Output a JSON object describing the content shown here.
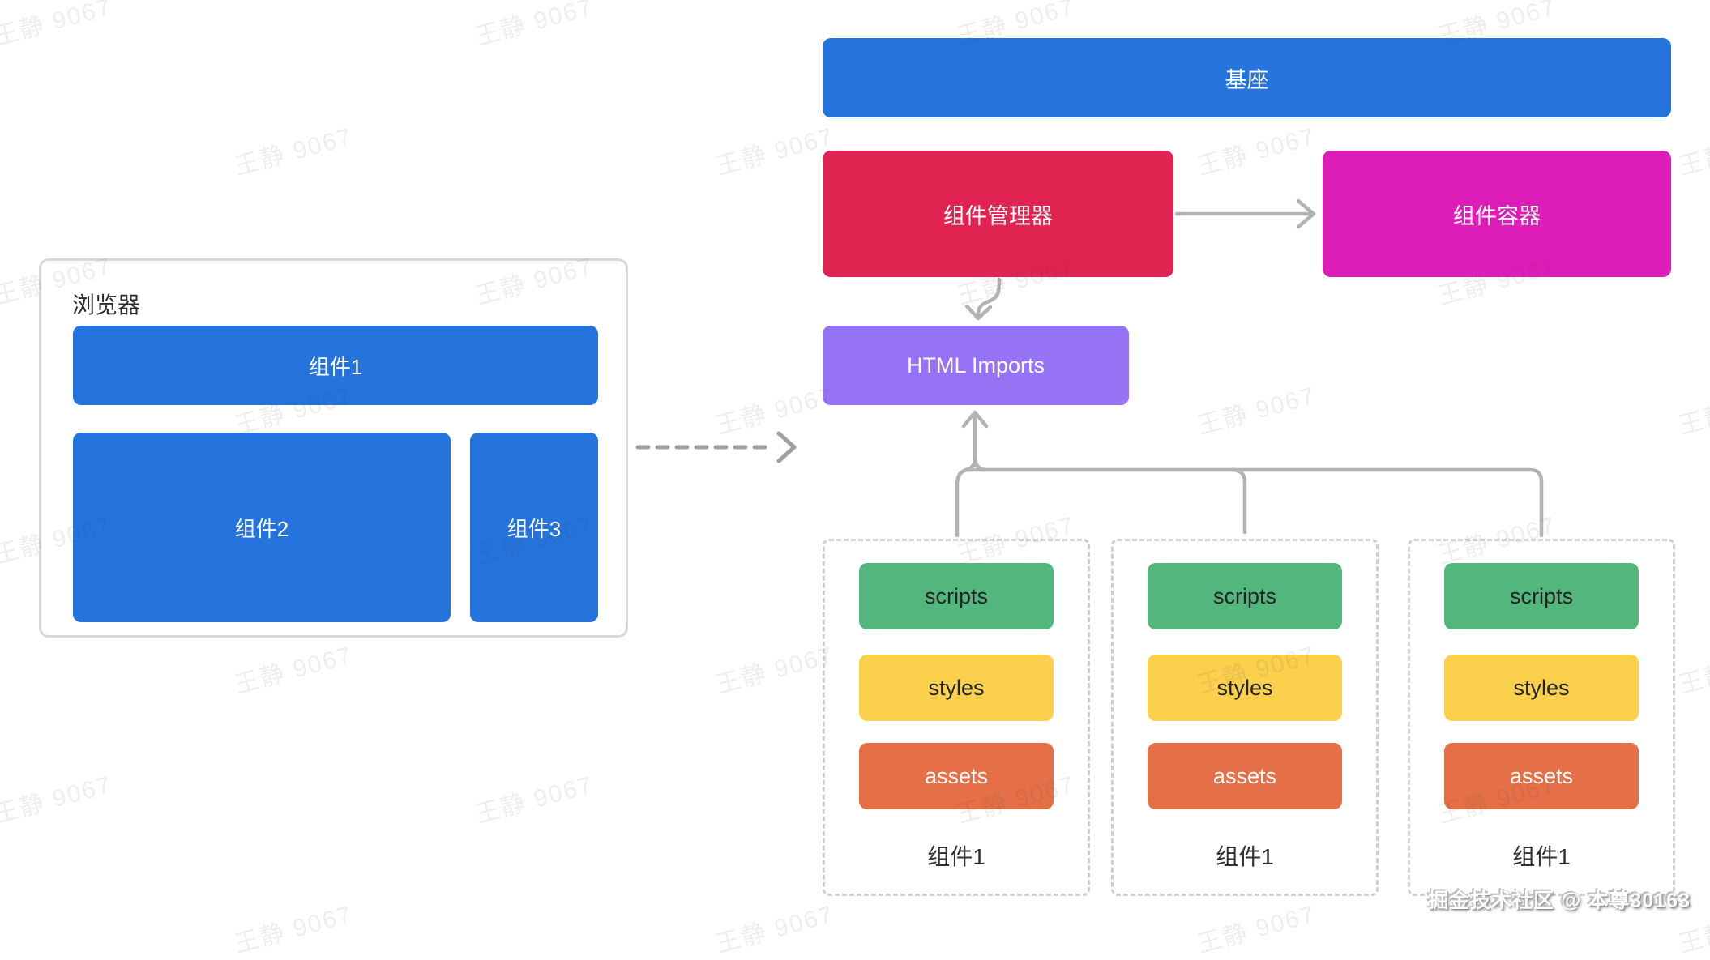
{
  "watermark": {
    "text": "王静 9067"
  },
  "credit": {
    "text": "掘金技术社区 @ 本尊30163"
  },
  "nodes": {
    "base": "基座",
    "manager": "组件管理器",
    "container": "组件容器",
    "imports": "HTML Imports"
  },
  "browser": {
    "label": "浏览器",
    "components": [
      "组件1",
      "组件2",
      "组件3"
    ]
  },
  "groups": [
    {
      "items": [
        "scripts",
        "styles",
        "assets"
      ],
      "label": "组件1"
    },
    {
      "items": [
        "scripts",
        "styles",
        "assets"
      ],
      "label": "组件1"
    },
    {
      "items": [
        "scripts",
        "styles",
        "assets"
      ],
      "label": "组件1"
    }
  ],
  "colors": {
    "blue": "#2573dc",
    "red": "#e12351",
    "magenta": "#dd1db7",
    "purple": "#9673f5",
    "green": "#53b67c",
    "yellow": "#fbd04c",
    "orange": "#e56f47",
    "connector": "#b3b3b6",
    "dashed_arrow": "#9ea0a6"
  }
}
